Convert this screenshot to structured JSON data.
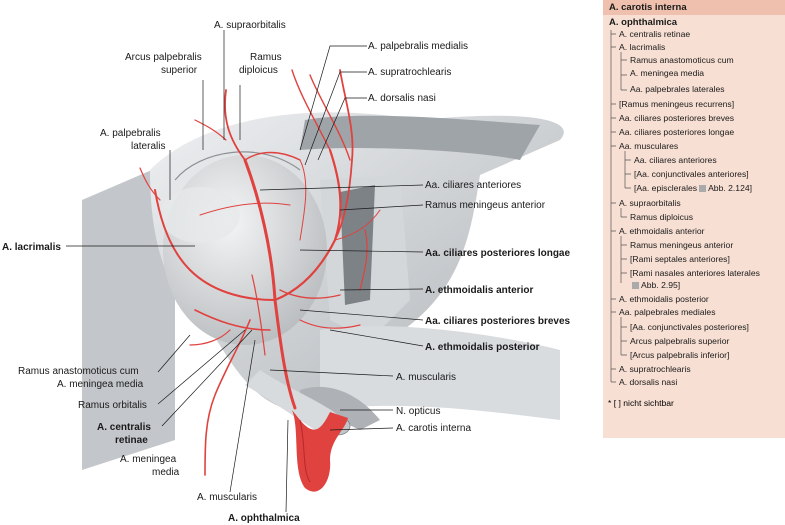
{
  "labels": {
    "supraorbitalis": "A. supraorbitalis",
    "arcus_1": "Arcus palpebralis",
    "arcus_2": "superior",
    "ramus_diploicus_1": "Ramus",
    "ramus_diploicus_2": "diploicus",
    "palpebralis_medialis": "A. palpebralis medialis",
    "supratrochlearis": "A. supratrochlearis",
    "dorsalis_nasi": "A. dorsalis nasi",
    "palpebralis_lateralis_1": "A. palpebralis",
    "palpebralis_lateralis_2": "lateralis",
    "ciliares_anteriores": "Aa. ciliares anteriores",
    "ramus_meningeus_anterior": "Ramus meningeus anterior",
    "lacrimalis": "A. lacrimalis",
    "ciliares_post_longae": "Aa. ciliares posteriores longae",
    "ethmoidalis_anterior": "A. ethmoidalis anterior",
    "ciliares_post_breves": "Aa. ciliares posteriores breves",
    "ethmoidalis_posterior": "A. ethmoidalis posterior",
    "ramus_anast_1": "Ramus anastomoticus cum",
    "ramus_anast_2": "A. meningea media",
    "muscularis_r": "A. muscularis",
    "ramus_orbitalis": "Ramus orbitalis",
    "n_opticus": "N. opticus",
    "centralis_1": "A. centralis",
    "centralis_2": "retinae",
    "carotis_interna": "A. carotis interna",
    "meningea_media_1": "A. meningea",
    "meningea_media_2": "media",
    "muscularis_b": "A. muscularis",
    "ophthalmica": "A. ophthalmica"
  },
  "legend": {
    "header": "A. carotis interna",
    "root": "A. ophthalmica",
    "items": [
      "A. centralis retinae",
      "A. lacrimalis",
      "Ramus anastomoticus cum",
      "A. meningea media",
      "Aa. palpebrales laterales",
      "[Ramus meningeus recurrens]",
      "Aa. ciliares posteriores breves",
      "Aa. ciliares posteriores longae",
      "Aa. musculares",
      "Aa. ciliares anteriores",
      "[Aa. conjunctivales anteriores]",
      "[Aa. episclerales",
      "Abb. 2.124]",
      "A. supraorbitalis",
      "Ramus diploicus",
      "A. ethmoidalis anterior",
      "Ramus meningeus anterior",
      "[Rami septales anteriores]",
      "[Rami nasales anteriores laterales",
      "Abb. 2.95]",
      "A. ethmoidalis posterior",
      "Aa. palpebrales mediales",
      "[Aa. conjunctivales posteriores]",
      "Arcus palpebralis superior",
      "[Arcus palpebralis inferior]",
      "A. supratrochlearis",
      "A. dorsalis nasi"
    ],
    "footnote": "* [ ] nicht sichtbar"
  },
  "colors": {
    "artery": "#e0423f",
    "artery_dark": "#b8282a",
    "bone": "#c9cccf",
    "bone_light": "#e8eaec",
    "legend_bg": "#f7dfd3",
    "legend_header": "#eec0ad"
  }
}
